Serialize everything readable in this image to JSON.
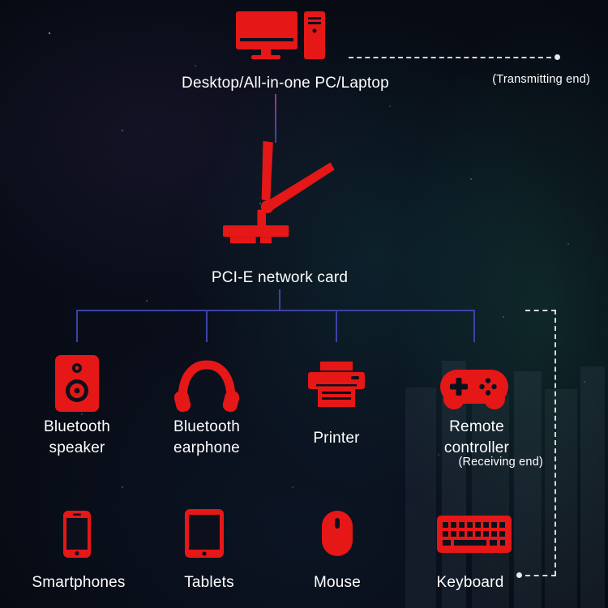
{
  "colors": {
    "accent": "#e61717",
    "connector": "#3a43a6",
    "connector_top": "#a8327f",
    "cut": "#0c101c",
    "dash": "#e8e8e8",
    "text": "#ffffff"
  },
  "transmitter": {
    "device_label": "Desktop/All-in-one PC/Laptop",
    "end_tag": "(Transmitting end)"
  },
  "hub": {
    "label": "PCI-E network card"
  },
  "receiving_end_tag": "(Receiving end)",
  "receivers_row1": [
    {
      "id": "bluetooth-speaker",
      "label": "Bluetooth speaker"
    },
    {
      "id": "bluetooth-earphone",
      "label": "Bluetooth earphone"
    },
    {
      "id": "printer",
      "label": "Printer"
    },
    {
      "id": "remote-controller",
      "label": "Remote controller"
    }
  ],
  "receivers_row2": [
    {
      "id": "smartphones",
      "label": "Smartphones"
    },
    {
      "id": "tablets",
      "label": "Tablets"
    },
    {
      "id": "mouse",
      "label": "Mouse"
    },
    {
      "id": "keyboard",
      "label": "Keyboard"
    }
  ]
}
